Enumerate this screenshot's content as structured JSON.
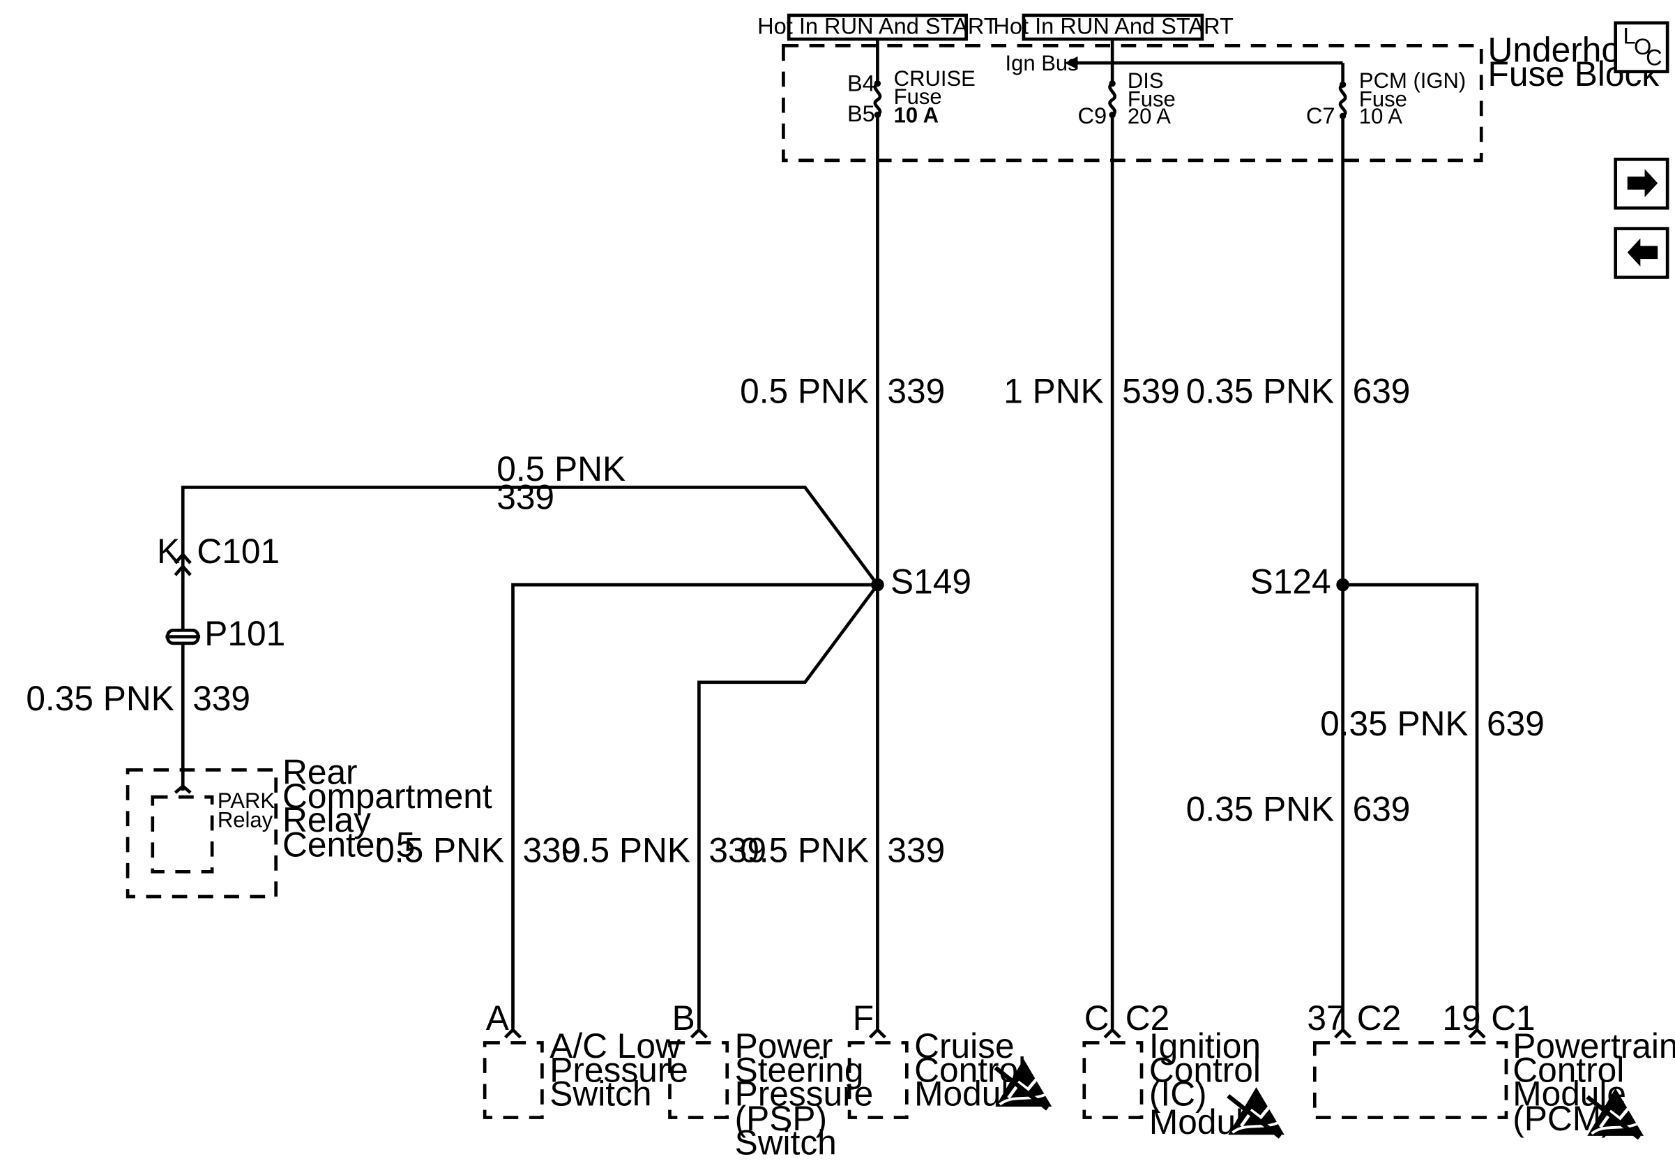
{
  "fuse_block": {
    "name_line1": "Underhood",
    "name_line2": "Fuse Block",
    "hot_label_1": "Hot In RUN And START",
    "hot_label_2": "Hot In RUN And START",
    "ign_bus": "Ign Bus",
    "cruise_fuse": {
      "name": "CRUISE",
      "type": "Fuse",
      "rating": "10 A",
      "pin_in": "B4",
      "pin_out": "B5"
    },
    "dis_fuse": {
      "name": "DIS",
      "type": "Fuse",
      "rating": "20 A",
      "pin_out": "C9"
    },
    "pcm_fuse": {
      "name": "PCM (IGN)",
      "type": "Fuse",
      "rating": "10 A",
      "pin_out": "C7"
    }
  },
  "nav": {
    "loc_l": "L",
    "loc_o": "O",
    "loc_c": "C",
    "next_glyph": "🡆",
    "prev_glyph": "🡄"
  },
  "wires": {
    "w339_top_gauge": "0.5 PNK",
    "w339_top_circuit": "339",
    "w539_gauge": "1 PNK",
    "w539_circuit": "539",
    "w639_top_gauge": "0.35 PNK",
    "w639_top_circuit": "639",
    "w339_branch_gauge": "0.5 PNK",
    "w339_branch_circuit": "339",
    "w339_relay_gauge": "0.35 PNK",
    "w339_relay_circuit": "339",
    "w339_ac_gauge": "0.5 PNK",
    "w339_ac_circuit": "339",
    "w339_psp_gauge": "0.5 PNK",
    "w339_psp_circuit": "339",
    "w339_ccm_gauge": "0.5 PNK",
    "w339_ccm_circuit": "339",
    "w639_right_gauge": "0.35 PNK",
    "w639_right_circuit": "639",
    "w639_left_gauge": "0.35 PNK",
    "w639_left_circuit": "639"
  },
  "splices": {
    "s149": "S149",
    "s124": "S124"
  },
  "connectors": {
    "c101_pin": "K",
    "c101": "C101",
    "p101": "P101"
  },
  "relay_center": {
    "line1": "Rear",
    "line2": "Compartment",
    "line3": "Relay",
    "line4": "Center 5",
    "relay_line1": "PARK",
    "relay_line2": "Relay"
  },
  "components": {
    "ac": {
      "pin": "A",
      "line1": "A/C Low",
      "line2": "Pressure",
      "line3": "Switch"
    },
    "psp": {
      "pin": "B",
      "line1": "Power",
      "line2": "Steering",
      "line3": "Pressure",
      "line4": "(PSP)",
      "line5": "Switch"
    },
    "ccm": {
      "pin": "F",
      "line1": "Cruise",
      "line2": "Control",
      "line3": "Module"
    },
    "ic": {
      "pin": "C",
      "conn": "C2",
      "line1": "Ignition",
      "line2": "Control",
      "line3": "(IC)",
      "line4": "Module"
    },
    "pcm": {
      "pin1": "37",
      "conn1": "C2",
      "pin2": "19",
      "conn2": "C1",
      "line1": "Powertrain",
      "line2": "Control",
      "line3": "Module",
      "line4": "(PCM)"
    }
  }
}
